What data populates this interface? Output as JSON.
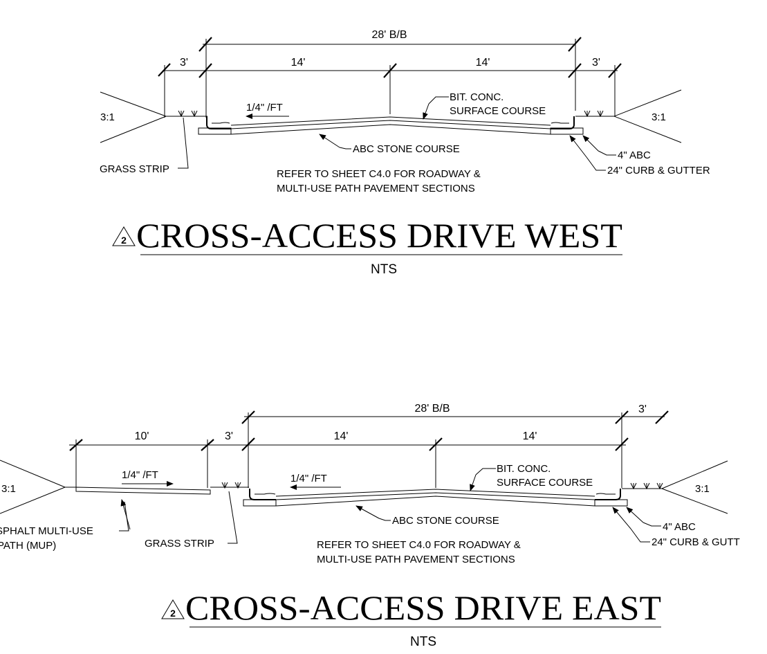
{
  "west": {
    "dims": {
      "overall": "28' B/B",
      "left_shoulder": "3'",
      "left_lane": "14'",
      "right_lane": "14'",
      "right_shoulder": "3'"
    },
    "slope_left": "3:1",
    "slope_right": "3:1",
    "cross_slope": "1/4\" /FT",
    "surface_line1": "BIT. CONC.",
    "surface_line2": "SURFACE COURSE",
    "abc_stone": "ABC STONE COURSE",
    "grass_strip": "GRASS STRIP",
    "abc_4in": "4\" ABC",
    "curb_gutter": "24\" CURB & GUTTER",
    "note_line1": "REFER TO SHEET C4.0 FOR ROADWAY &",
    "note_line2": "MULTI-USE PATH PAVEMENT SECTIONS",
    "revision": "2",
    "title": "CROSS-ACCESS DRIVE WEST",
    "scale": "NTS"
  },
  "east": {
    "dims": {
      "overall": "28' B/B",
      "path": "10'",
      "left_shoulder": "3'",
      "left_lane": "14'",
      "right_lane": "14'",
      "right_shoulder": "3'"
    },
    "slope_left": "3:1",
    "slope_right": "3:1",
    "path_slope": "1/4\" /FT",
    "cross_slope": "1/4\" /FT",
    "surface_line1": "BIT. CONC.",
    "surface_line2": "SURFACE COURSE",
    "abc_stone": "ABC STONE COURSE",
    "path_line1": "ASPHALT MULTI-USE",
    "path_line2": "PATH (MUP)",
    "grass_strip": "GRASS STRIP",
    "abc_4in": "4\" ABC",
    "curb_gutter": "24\" CURB & GUTT",
    "note_line1": "REFER TO SHEET C4.0 FOR ROADWAY &",
    "note_line2": "MULTI-USE PATH PAVEMENT SECTIONS",
    "revision": "2",
    "title": "CROSS-ACCESS DRIVE EAST",
    "scale": "NTS"
  }
}
